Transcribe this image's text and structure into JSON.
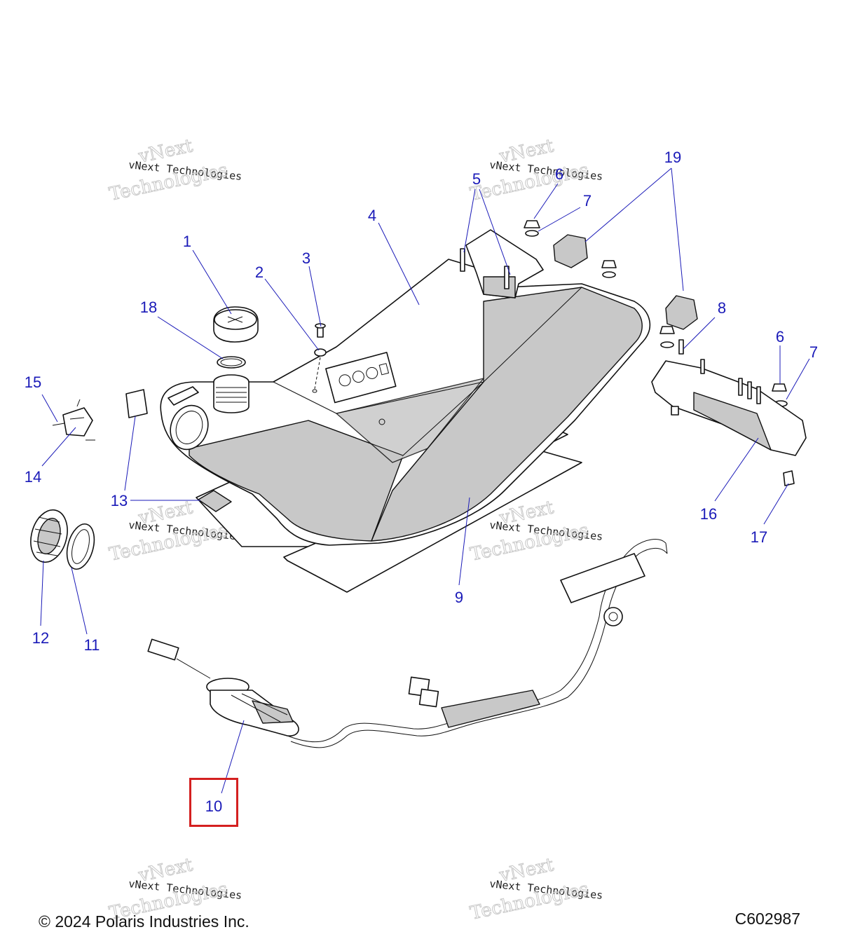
{
  "watermark": {
    "line1": "vNext Technologies",
    "line2": "vNext",
    "line3": "Technologies"
  },
  "callouts": [
    "1",
    "2",
    "3",
    "4",
    "5",
    "6",
    "7",
    "8",
    "9",
    "10",
    "11",
    "12",
    "13",
    "14",
    "15",
    "16",
    "17",
    "18",
    "19"
  ],
  "highlighted_callout": "10",
  "footer": {
    "copyright": "© 2024 Polaris Industries Inc.",
    "diagram_code": "C602987"
  },
  "colors": {
    "callout": "#1a1ab8",
    "highlight": "#d42020",
    "shading": "#c8c8c8"
  }
}
